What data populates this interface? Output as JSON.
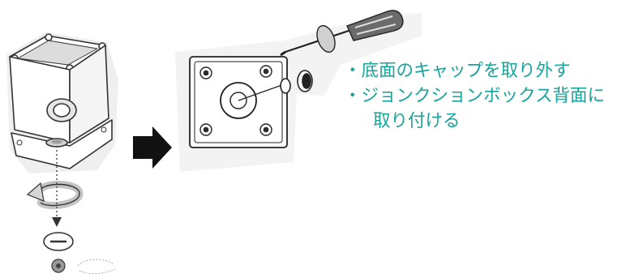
{
  "steps": [
    "・底面のキャップを取り外す",
    "・ジョンクションボックス背面に",
    "取り付ける"
  ],
  "colors": {
    "instruction_text": "#16a39a",
    "line_art": "#333333",
    "arrow": "#111111",
    "shading": "#c9c9c9",
    "screwdriver_grip": "#6b6b6b"
  },
  "icons": [
    "junction-box-icon",
    "cap-icon",
    "rotate-arrow-icon",
    "right-arrow-icon",
    "screwdriver-icon",
    "o-ring-icon"
  ]
}
